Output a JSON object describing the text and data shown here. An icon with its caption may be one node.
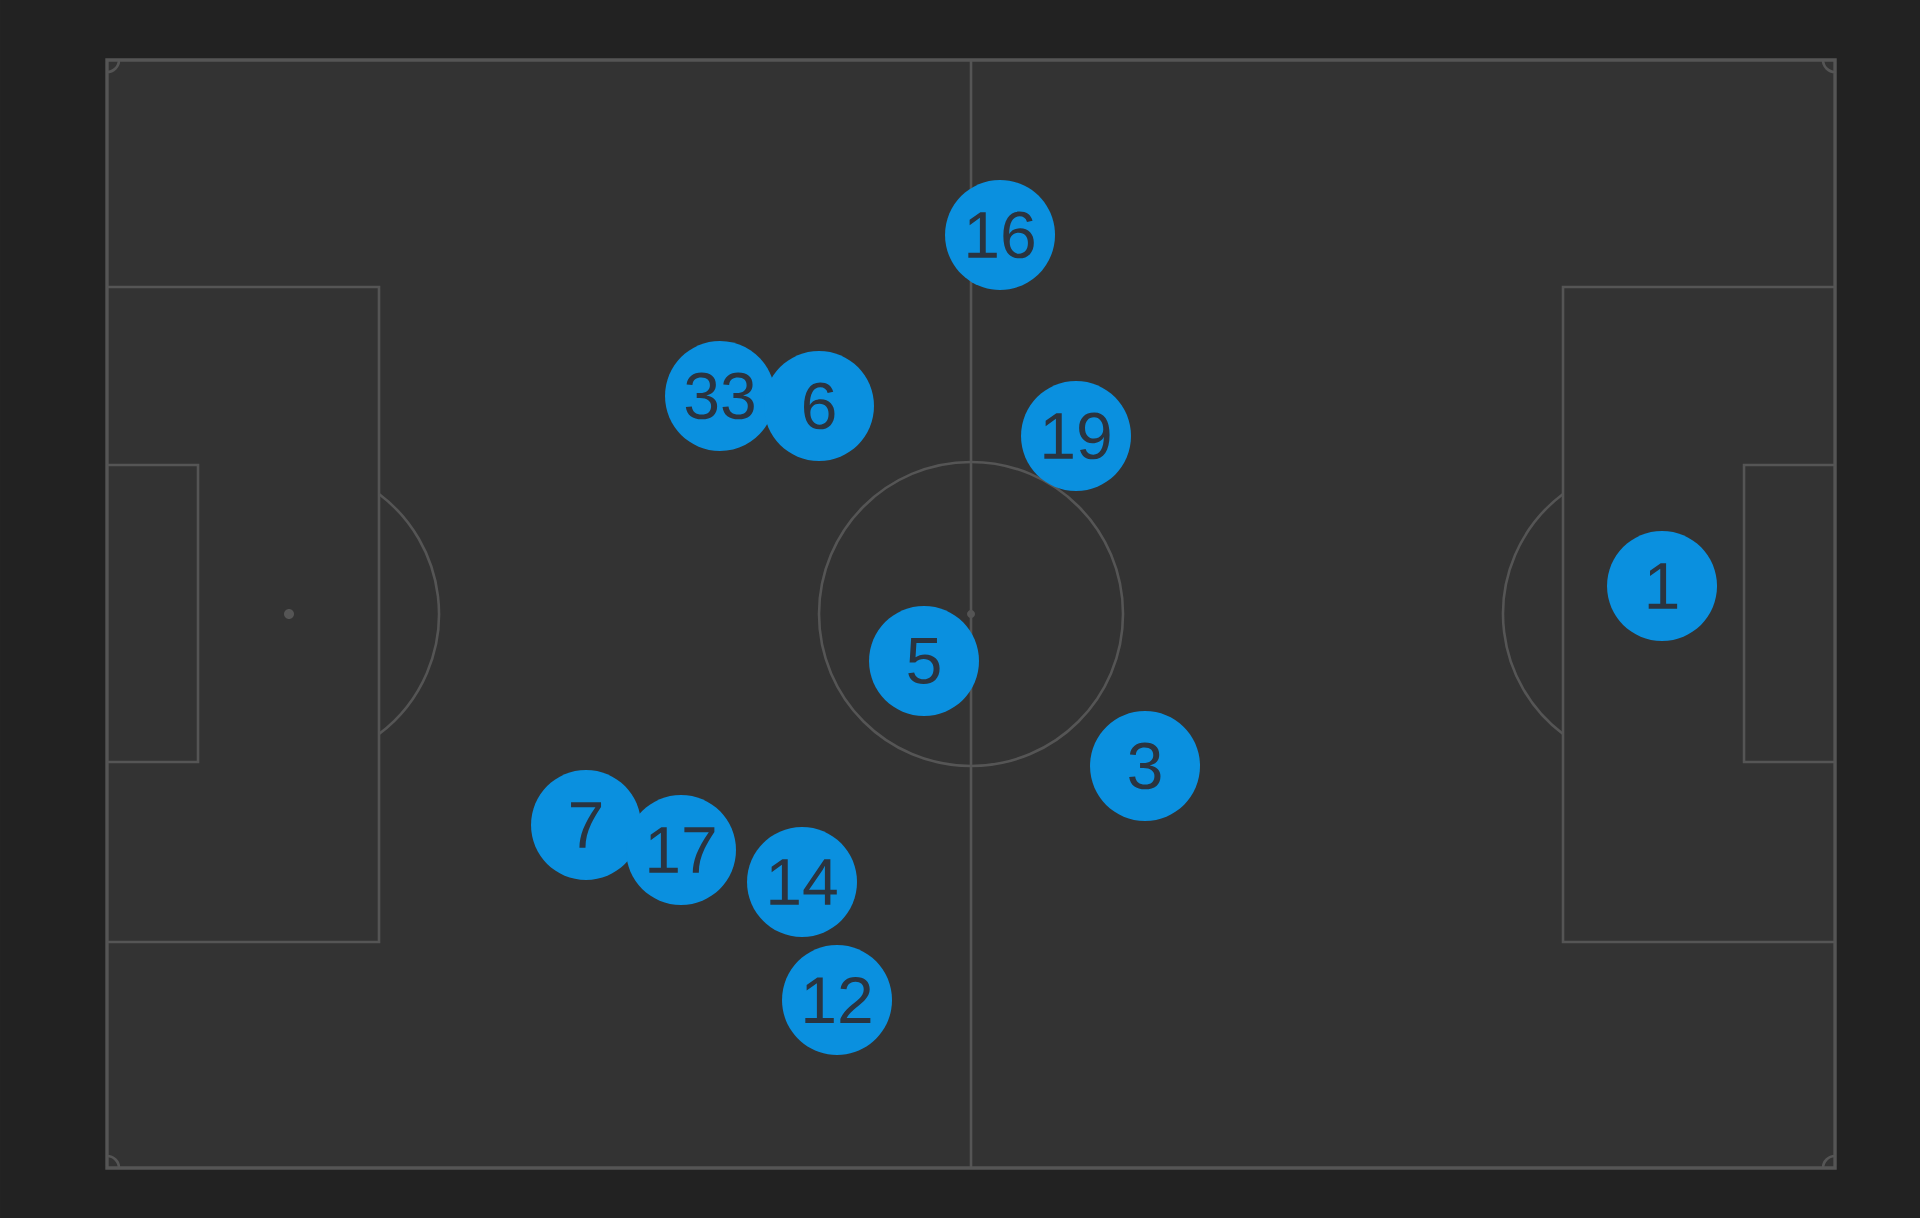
{
  "diagram": {
    "nodes": [
      {
        "text": [
          "16"
        ]
      },
      {
        "text": [
          "33"
        ]
      },
      {
        "text": [
          "6"
        ]
      },
      {
        "text": [
          "19"
        ]
      },
      {
        "text": [
          "1"
        ]
      },
      {
        "text": [
          "5"
        ]
      },
      {
        "text": [
          "3"
        ]
      },
      {
        "text": [
          "7"
        ]
      },
      {
        "text": [
          "17"
        ]
      },
      {
        "text": [
          "14"
        ]
      },
      {
        "text": [
          "12"
        ]
      }
    ]
  }
}
